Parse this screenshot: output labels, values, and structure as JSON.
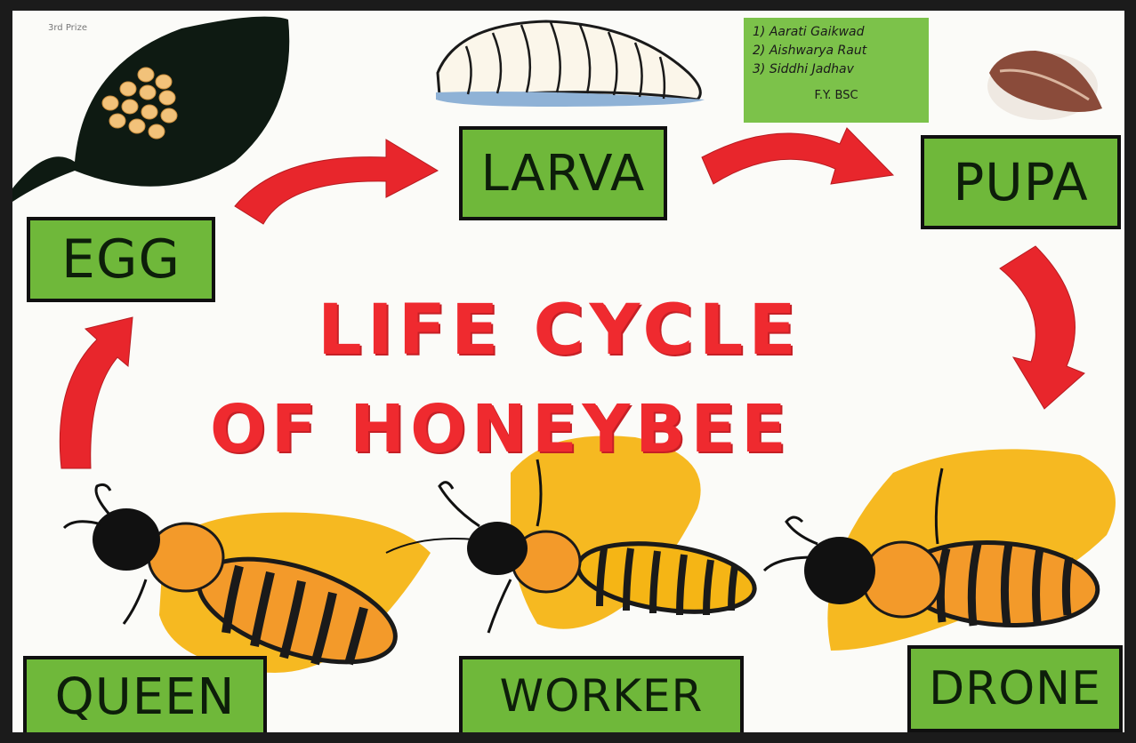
{
  "poster": {
    "title_line1": "LIFE CYCLE",
    "title_line2": "OF HONEYBEE",
    "corner_note": "3rd Prize"
  },
  "stages": {
    "egg": "EGG",
    "larva": "LARVA",
    "pupa": "PUPA"
  },
  "castes": {
    "queen": "QUEEN",
    "worker": "WORKER",
    "drone": "DRONE"
  },
  "authors": {
    "names": [
      "1) Aarati Gaikwad",
      "2) Aishwarya Raut",
      "3) Siddhi Jadhav"
    ],
    "class": "F.Y. BSC"
  },
  "colors": {
    "label_green": "#6fb83a",
    "title_red": "#ef2a2f",
    "wing_yellow": "#f5b515",
    "bee_orange": "#f39a2a"
  }
}
